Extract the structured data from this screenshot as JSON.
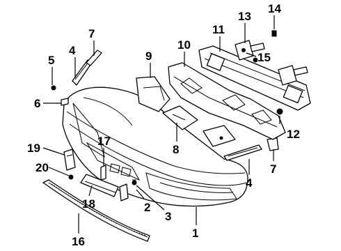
{
  "diagram": {
    "callouts": {
      "c1": "1",
      "c2": "2",
      "c3": "3",
      "c4a": "4",
      "c4b": "4",
      "c5": "5",
      "c6": "6",
      "c7a": "7",
      "c7b": "7",
      "c8": "8",
      "c9": "9",
      "c10": "10",
      "c11": "11",
      "c12": "12",
      "c13": "13",
      "c14": "14",
      "c15": "15",
      "c16": "16",
      "c17": "17",
      "c18": "18",
      "c19": "19",
      "c20": "20"
    }
  }
}
